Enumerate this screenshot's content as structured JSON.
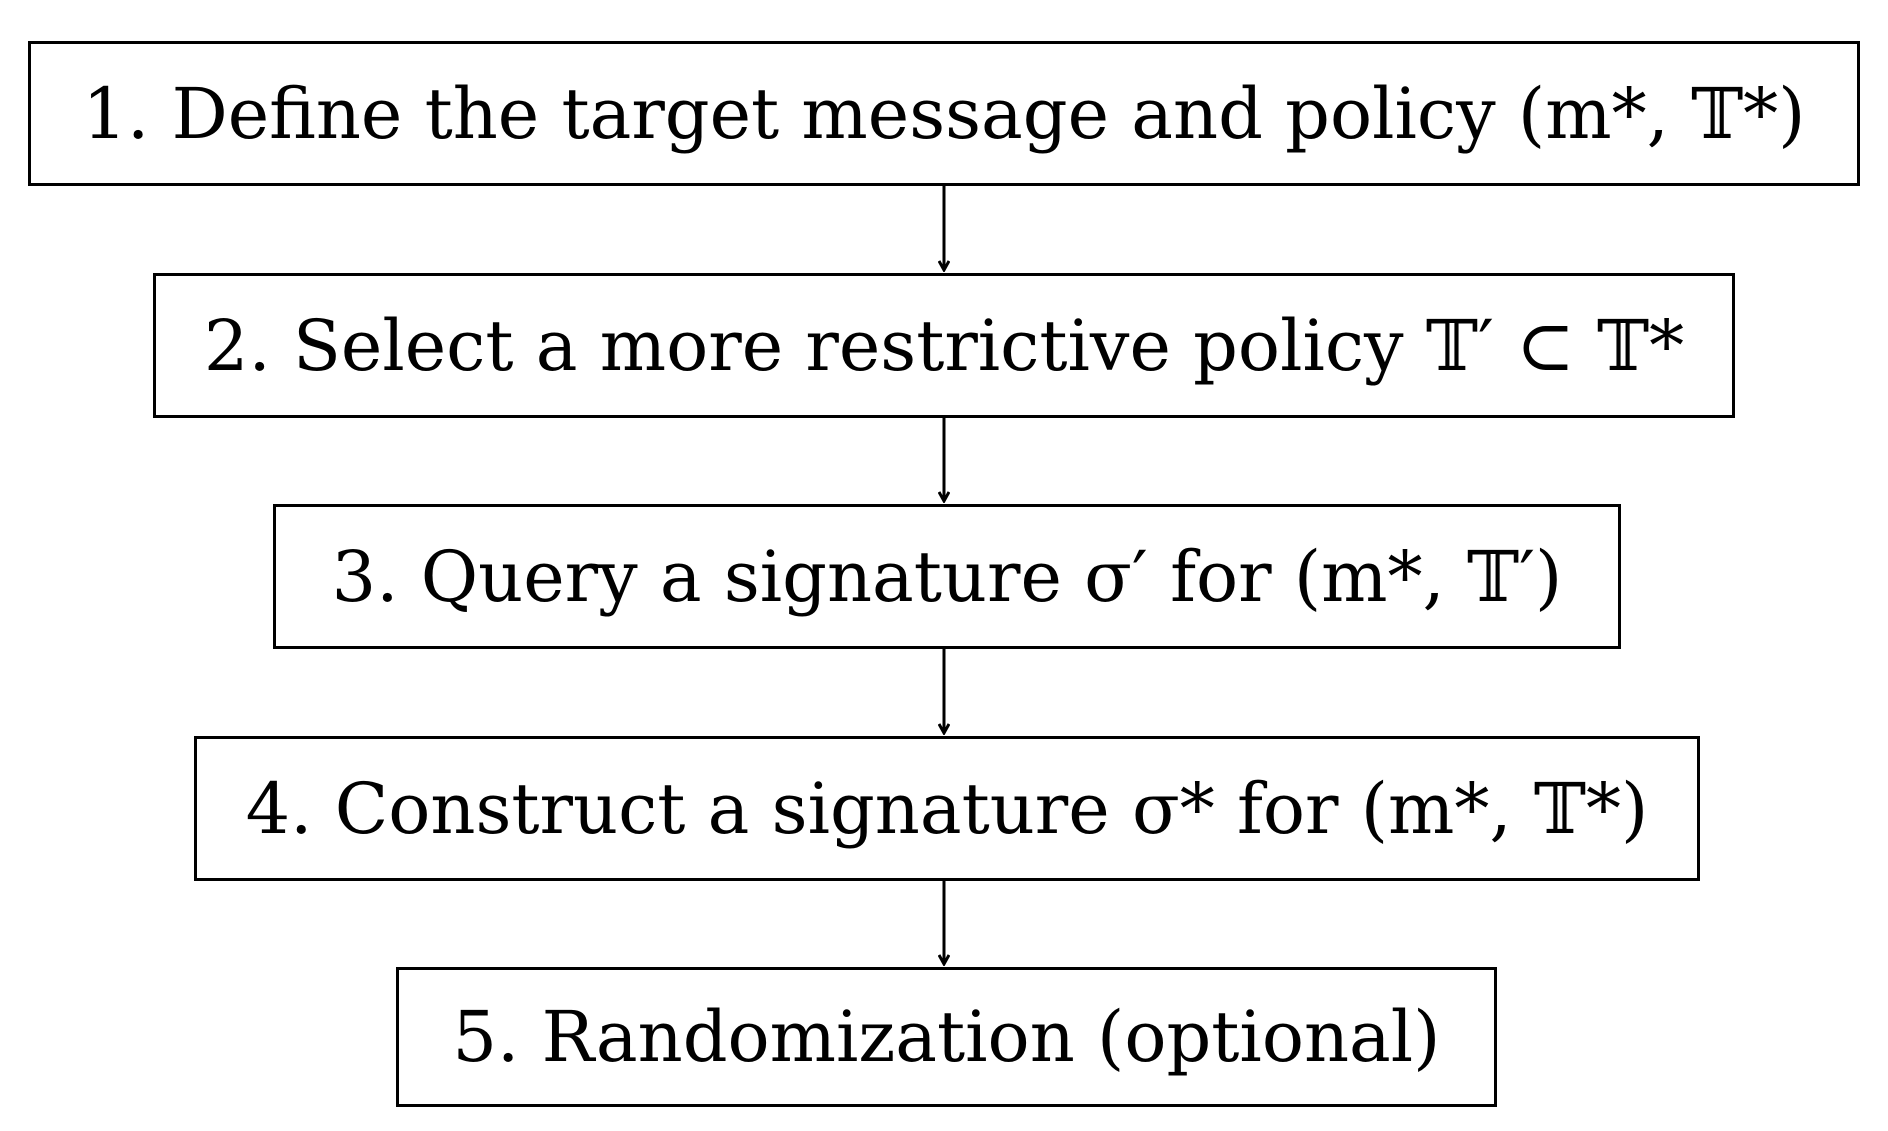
{
  "steps": [
    {
      "number": "1.",
      "label": "Define the target message and policy (m*, 𝕋*)"
    },
    {
      "number": "2.",
      "label": "Select a more restrictive policy 𝕋′ ⊂ 𝕋*"
    },
    {
      "number": "3.",
      "label": "Query a signature σ′ for (m*, 𝕋′)"
    },
    {
      "number": "4.",
      "label": "Construct a signature σ* for (m*, 𝕋*)"
    },
    {
      "number": "5.",
      "label": "Randomization (optional)"
    }
  ],
  "colors": {
    "stroke": "#000000",
    "background": "#ffffff"
  }
}
